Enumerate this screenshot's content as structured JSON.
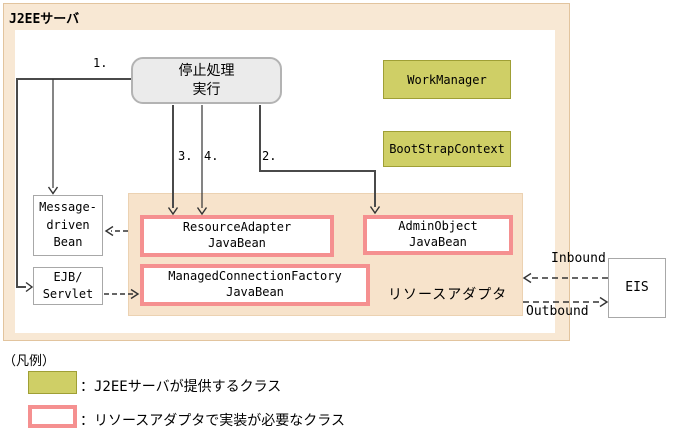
{
  "title": "J2EEサーバ",
  "stop_process": {
    "line1": "停止処理",
    "line2": "実行"
  },
  "step_labels": {
    "step1": "1.",
    "step2": "2.",
    "step3": "3.",
    "step4": "4."
  },
  "provided": {
    "workmanager": "WorkManager",
    "bootstrapcontext": "BootStrapContext"
  },
  "components": {
    "mdb": {
      "line1": "Message-",
      "line2": "driven",
      "line3": "Bean"
    },
    "ejb": {
      "line1": "EJB/",
      "line2": "Servlet"
    }
  },
  "adapter": {
    "label": "リソースアダプタ",
    "resource_adapter_bean": {
      "line1": "ResourceAdapter",
      "line2": "JavaBean"
    },
    "mcf_bean": {
      "line1": "ManagedConnectionFactory",
      "line2": "JavaBean"
    },
    "admin_object_bean": {
      "line1": "AdminObject",
      "line2": "JavaBean"
    }
  },
  "eis": {
    "label": "EIS",
    "inbound": "Inbound",
    "outbound": "Outbound"
  },
  "legend": {
    "title": "（凡例）",
    "provided_label": "：J2EEサーバが提供するクラス",
    "required_label": "：リソースアダプタで実装が必要なクラス"
  },
  "colors": {
    "server_bg": "#f8e8d4",
    "adapter_bg": "#f7e3cb",
    "provided_class_fill": "#cfcf66",
    "required_class_border": "#f59090",
    "line": "#4a4a4a"
  }
}
